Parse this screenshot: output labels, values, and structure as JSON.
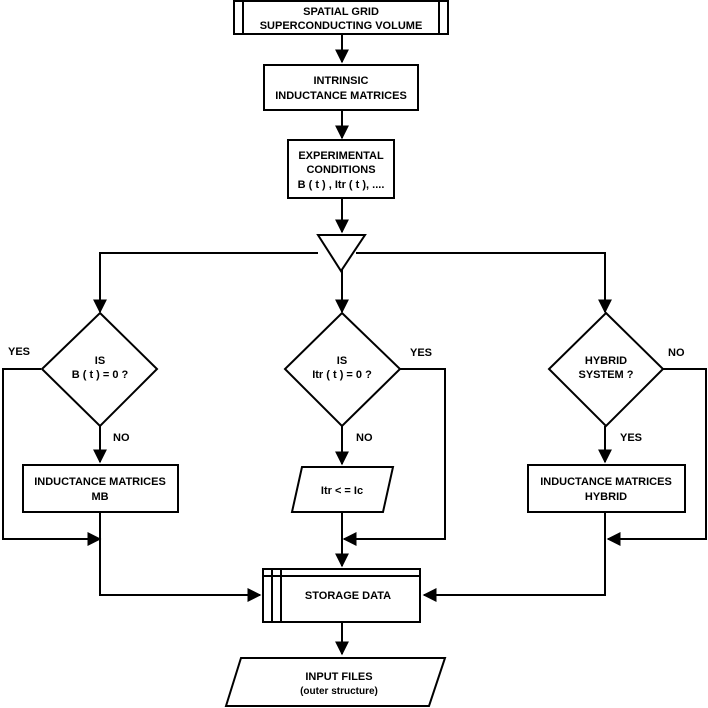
{
  "diagram": {
    "nodes": {
      "spatial_grid": [
        "SPATIAL GRID",
        "SUPERCONDUCTING VOLUME"
      ],
      "intrinsic": [
        "INTRINSIC",
        "INDUCTANCE MATRICES"
      ],
      "experimental": [
        "EXPERIMENTAL",
        "CONDITIONS",
        "B ( t ) , Itr ( t ), ...."
      ],
      "decision_b": [
        "IS",
        "B ( t ) = 0 ?"
      ],
      "decision_itr": [
        "IS",
        "Itr ( t ) = 0 ?"
      ],
      "decision_hybrid": [
        "HYBRID",
        "SYSTEM ?"
      ],
      "matrices_mb": [
        "INDUCTANCE MATRICES",
        "MB"
      ],
      "itr_le_ic": "Itr < = Ic",
      "matrices_hybrid": [
        "INDUCTANCE MATRICES",
        "HYBRID"
      ],
      "storage": "STORAGE DATA",
      "input_files": [
        "INPUT FILES",
        "(outer structure)"
      ]
    },
    "edge_labels": {
      "b_yes": "YES",
      "b_no": "NO",
      "itr_yes": "YES",
      "itr_no": "NO",
      "hybrid_yes": "YES",
      "hybrid_no": "NO"
    }
  }
}
